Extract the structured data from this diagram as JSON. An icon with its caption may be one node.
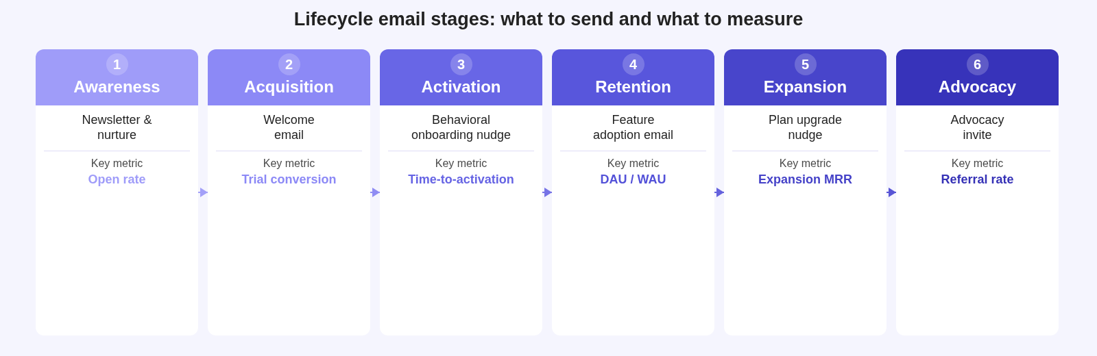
{
  "diagram": {
    "title": "Lifecycle email stages: what to send and what to measure",
    "nodes": [
      {
        "text": [
          "1",
          "Awareness",
          "Newsletter & nurture",
          "Key metric",
          "Open rate"
        ]
      },
      {
        "text": [
          "2",
          "Acquisition",
          "Welcome email",
          "Key metric",
          "Trial conversion"
        ]
      },
      {
        "text": [
          "3",
          "Activation",
          "Behavioral onboarding nudge",
          "Key metric",
          "Time-to-activation"
        ]
      },
      {
        "text": [
          "4",
          "Retention",
          "Feature adoption email",
          "Key metric",
          "DAU / WAU"
        ]
      },
      {
        "text": [
          "5",
          "Expansion",
          "Plan upgrade nudge",
          "Key metric",
          "Expansion MRR"
        ]
      },
      {
        "text": [
          "6",
          "Advocacy",
          "Advocacy invite",
          "Key metric",
          "Referral rate"
        ]
      }
    ],
    "edges": [
      {
        "from": 0,
        "to": 1,
        "arrow": "to",
        "color": "#a3a0f8"
      },
      {
        "from": 1,
        "to": 2,
        "arrow": "to",
        "color": "#8f8cf3"
      },
      {
        "from": 2,
        "to": 3,
        "arrow": "to",
        "color": "#7673e6"
      },
      {
        "from": 3,
        "to": 4,
        "arrow": "to",
        "color": "#6562dd"
      },
      {
        "from": 4,
        "to": 5,
        "arrow": "to",
        "color": "#5855d5"
      }
    ]
  }
}
